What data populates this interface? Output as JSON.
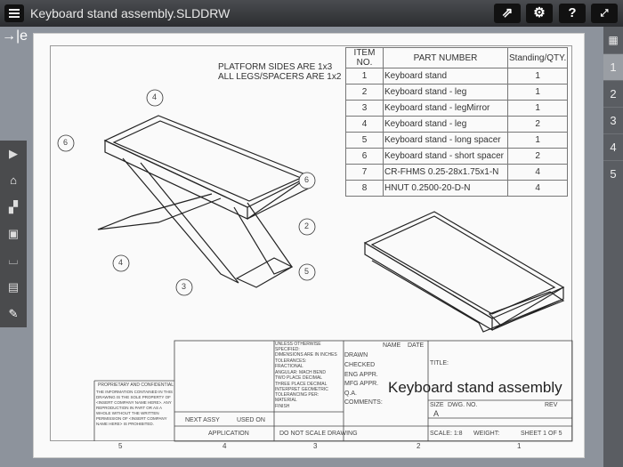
{
  "app": {
    "title": "Keyboard stand assembly.SLDDRW",
    "edge_label": "→|e"
  },
  "toolbar": {
    "share": "share",
    "settings": "settings",
    "help": "?",
    "fullscreen": "fullscreen"
  },
  "right_tabs": [
    "1",
    "2",
    "3",
    "4",
    "5"
  ],
  "notes": [
    "PLATFORM SIDES ARE 1x3",
    "ALL LEGS/SPACERS ARE 1x2"
  ],
  "bom": {
    "headers": [
      "ITEM NO.",
      "PART NUMBER",
      "Standing/QTY."
    ],
    "rows": [
      [
        "1",
        "Keyboard stand",
        "1"
      ],
      [
        "2",
        "Keyboard stand - leg",
        "1"
      ],
      [
        "3",
        "Keyboard stand - legMirror",
        "1"
      ],
      [
        "4",
        "Keyboard stand - leg",
        "2"
      ],
      [
        "5",
        "Keyboard stand - long spacer",
        "1"
      ],
      [
        "6",
        "Keyboard stand - short spacer",
        "2"
      ],
      [
        "7",
        "CR-FHMS 0.25-28x1.75x1-N",
        "4"
      ],
      [
        "8",
        "HNUT 0.2500-20-D-N",
        "4"
      ]
    ]
  },
  "balloons": [
    "4",
    "6",
    "6",
    "2",
    "4",
    "5",
    "3"
  ],
  "title_block": {
    "unless": "UNLESS OTHERWISE SPECIFIED:",
    "dims": "DIMENSIONS ARE IN INCHES",
    "tol": "TOLERANCES:",
    "frac": "FRACTIONAL",
    "ang": "ANGULAR: MACH    BEND",
    "two": "TWO PLACE DECIMAL",
    "three": "THREE PLACE DECIMAL",
    "interp": "INTERPRET GEOMETRIC TOLERANCING PER:",
    "material": "MATERIAL",
    "finish": "FINISH",
    "noscale": "DO NOT SCALE DRAWING",
    "next": "NEXT ASSY",
    "used": "USED ON",
    "application": "APPLICATION",
    "name": "NAME",
    "date": "DATE",
    "drawn": "DRAWN",
    "checked": "CHECKED",
    "eng": "ENG APPR.",
    "mfg": "MFG APPR.",
    "qa": "Q.A.",
    "comments": "COMMENTS:",
    "title_label": "TITLE:",
    "size": "SIZE",
    "dwg": "DWG. NO.",
    "rev": "REV",
    "a": "A",
    "scale": "SCALE: 1:8",
    "weight": "WEIGHT:",
    "sheet": "SHEET 1 OF 5",
    "title": "Keyboard stand assembly",
    "prop_head": "PROPRIETARY AND CONFIDENTIAL",
    "prop_text": "THE INFORMATION CONTAINED IN THIS DRAWING IS THE SOLE PROPERTY OF <INSERT COMPANY NAME HERE>. ANY REPRODUCTION IN PART OR AS A WHOLE WITHOUT THE WRITTEN PERMISSION OF <INSERT COMPANY NAME HERE> IS PROHIBITED."
  },
  "zones": [
    "5",
    "4",
    "3",
    "2",
    "1"
  ]
}
